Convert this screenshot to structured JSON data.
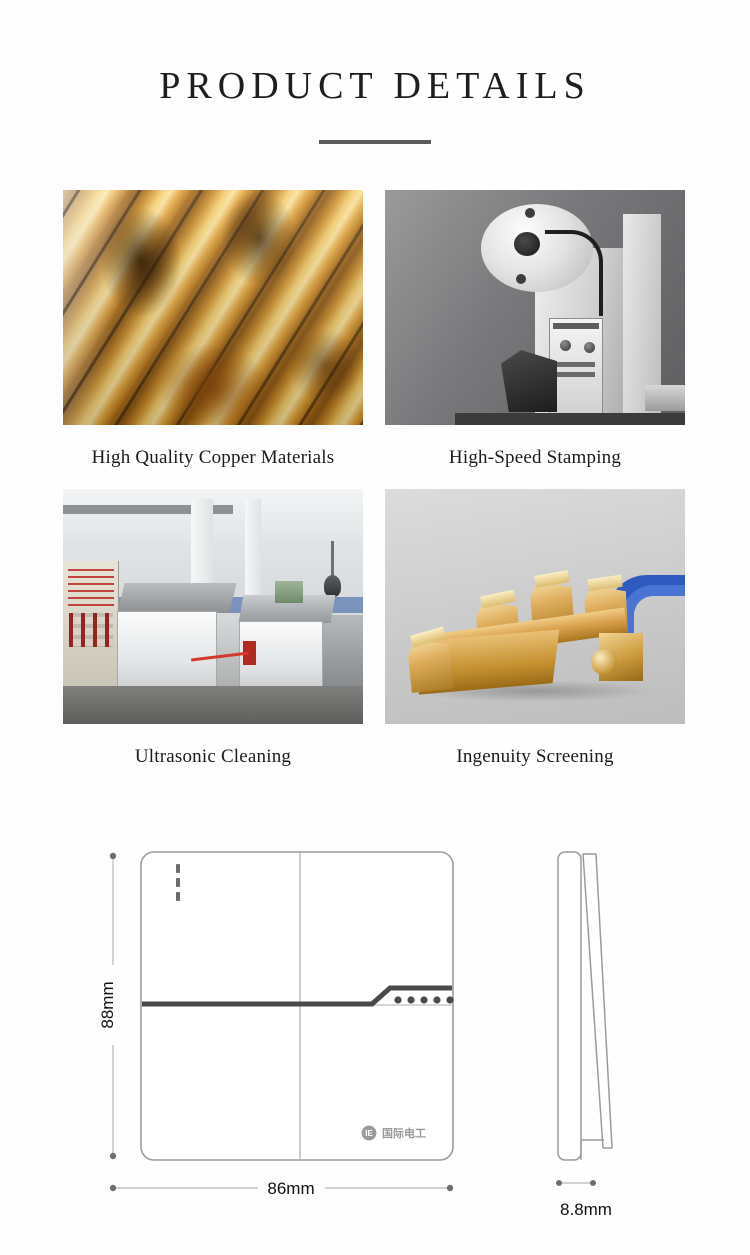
{
  "header": {
    "title": "PRODUCT DETAILS"
  },
  "gallery": {
    "items": [
      {
        "caption": "High Quality Copper Materials",
        "image_name": "copper-coils-photo"
      },
      {
        "caption": "High-Speed Stamping",
        "image_name": "stamping-machine-photo"
      },
      {
        "caption": "Ultrasonic Cleaning",
        "image_name": "ultrasonic-cleaning-photo"
      },
      {
        "caption": "Ingenuity Screening",
        "image_name": "copper-contacts-photo"
      }
    ]
  },
  "diagram": {
    "front_view": {
      "brand_label": "国际电工",
      "brand_mark": "IE",
      "height_dimension": "88mm",
      "width_dimension": "86mm",
      "indicator_dots": 5,
      "indicator_dashes": 3
    },
    "side_view": {
      "thickness_dimension": "8.8mm"
    }
  },
  "colors": {
    "title_text": "#1d1d22",
    "divider": "#5b5b5b",
    "caption_text": "#1b1b1b",
    "outline": "#8a8a8a",
    "accent_line": "#4a4a4a",
    "dimension_line": "#b5b5b5",
    "brand_gray": "#9a9a9a",
    "page_background": "#ffffff"
  }
}
